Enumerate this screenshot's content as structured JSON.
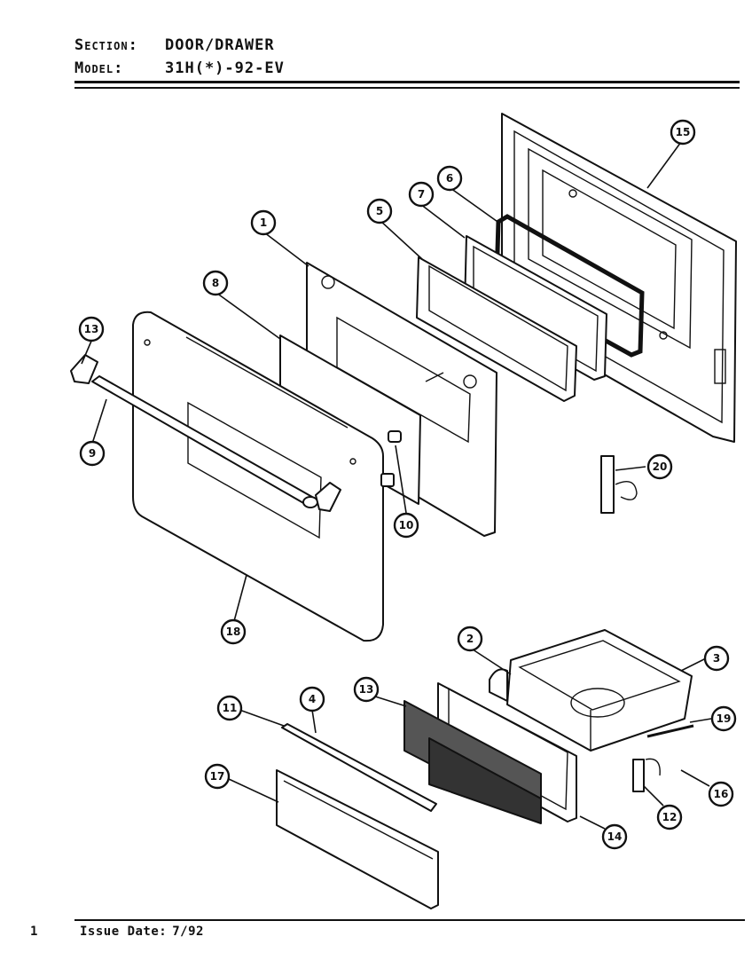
{
  "header": {
    "section_label": "Section:",
    "section_value": "DOOR/DRAWER",
    "model_label": "Model:",
    "model_value": "31H(*)-92-EV"
  },
  "footer": {
    "page_mark": "1",
    "issue_label": "Issue Date:",
    "issue_value": "7/92"
  },
  "callouts": [
    "15",
    "6",
    "7",
    "5",
    "1",
    "8",
    "13",
    "9",
    "10",
    "20",
    "18",
    "2",
    "3",
    "19",
    "4",
    "11",
    "13",
    "17",
    "14",
    "12",
    "16"
  ]
}
